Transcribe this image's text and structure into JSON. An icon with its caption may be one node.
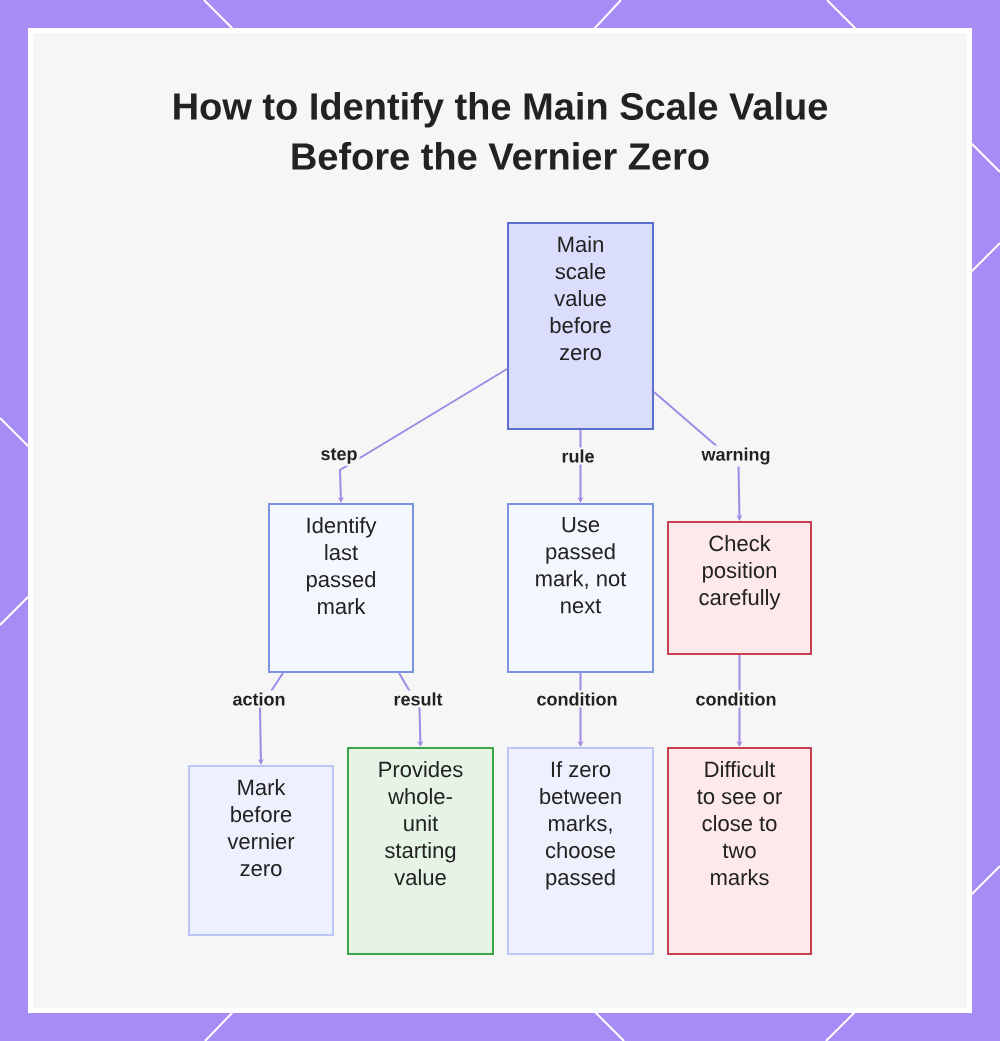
{
  "diagram": {
    "title": "How to Identify the Main Scale Value Before the Vernier Zero",
    "nodes": [
      {
        "text": [
          "Main scale value before zero"
        ]
      },
      {
        "text": [
          "Identify last passed mark"
        ]
      },
      {
        "text": [
          "Use passed mark, not next"
        ]
      },
      {
        "text": [
          "Check position carefully"
        ]
      },
      {
        "text": [
          "Mark before vernier zero"
        ]
      },
      {
        "text": [
          "Provides whole-unit starting value"
        ]
      },
      {
        "text": [
          "If zero between marks, choose passed"
        ]
      },
      {
        "text": [
          "Difficult to see or close to two marks"
        ]
      }
    ],
    "edges": [
      {
        "from": 0,
        "to": 1,
        "arrow": "to",
        "label": "step"
      },
      {
        "from": 0,
        "to": 2,
        "arrow": "to",
        "label": "rule"
      },
      {
        "from": 0,
        "to": 3,
        "arrow": "to",
        "label": "warning"
      },
      {
        "from": 1,
        "to": 4,
        "arrow": "to",
        "label": "action"
      },
      {
        "from": 1,
        "to": 5,
        "arrow": "to",
        "label": "result"
      },
      {
        "from": 2,
        "to": 6,
        "arrow": "to",
        "label": "condition"
      },
      {
        "from": 3,
        "to": 7,
        "arrow": "to",
        "label": "condition"
      }
    ]
  }
}
